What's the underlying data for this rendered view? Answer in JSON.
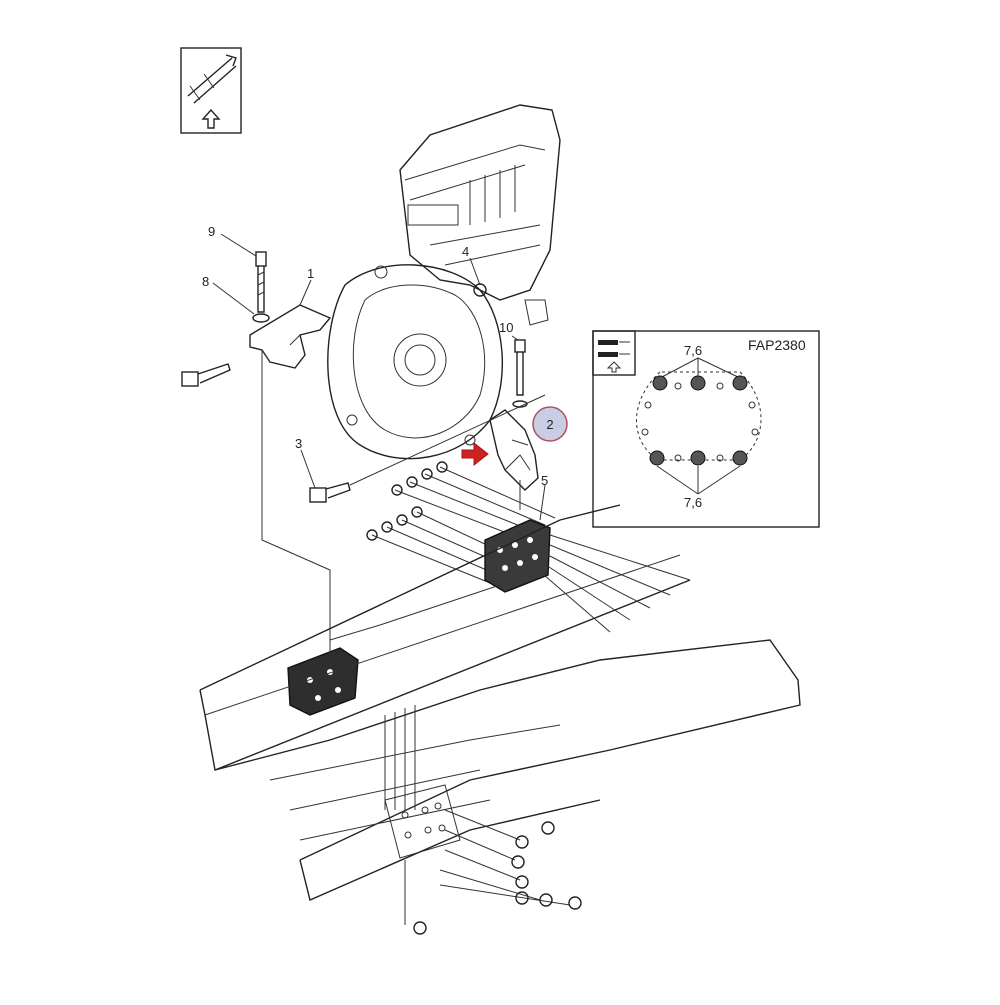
{
  "diagram_code": "FAP2380",
  "highlight_callout": "2",
  "callouts": [
    "1",
    "3",
    "4",
    "5",
    "8",
    "9",
    "10"
  ],
  "torque_top": "7,6",
  "torque_bottom": "7,6",
  "colors": {
    "line": "#222222",
    "highlight_arrow": "#cc2222",
    "highlight_circle_fill": "#c9cde3",
    "highlight_circle_stroke": "#b05060"
  },
  "icons": [
    "orientation-arrow-icon",
    "up-arrow-icon",
    "torque-wrench-icon",
    "highlight-arrow-icon"
  ]
}
